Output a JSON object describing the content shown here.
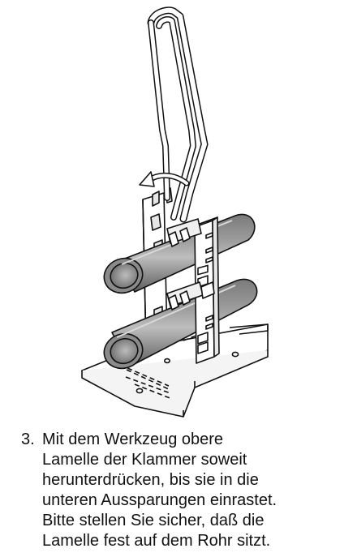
{
  "instruction": {
    "number": "3.",
    "lines": [
      "Mit dem Werkzeug obere",
      "Lamelle der Klammer soweit",
      "herunterdrücken, bis sie in die",
      "unteren Aussparungen einrastet.",
      "Bitte stellen Sie sicher, daß die",
      "Lamelle fest auf dem Rohr sitzt."
    ]
  },
  "illustration": {
    "subject": "pipe-clamp-pressing-tool",
    "arrow": "curved-arrow-left"
  },
  "colors": {
    "ink": "#111111",
    "pipe_dark": "#6e6e6e",
    "pipe_mid": "#9a9a9a",
    "pipe_light": "#d6d6d6",
    "paper": "#ffffff"
  }
}
